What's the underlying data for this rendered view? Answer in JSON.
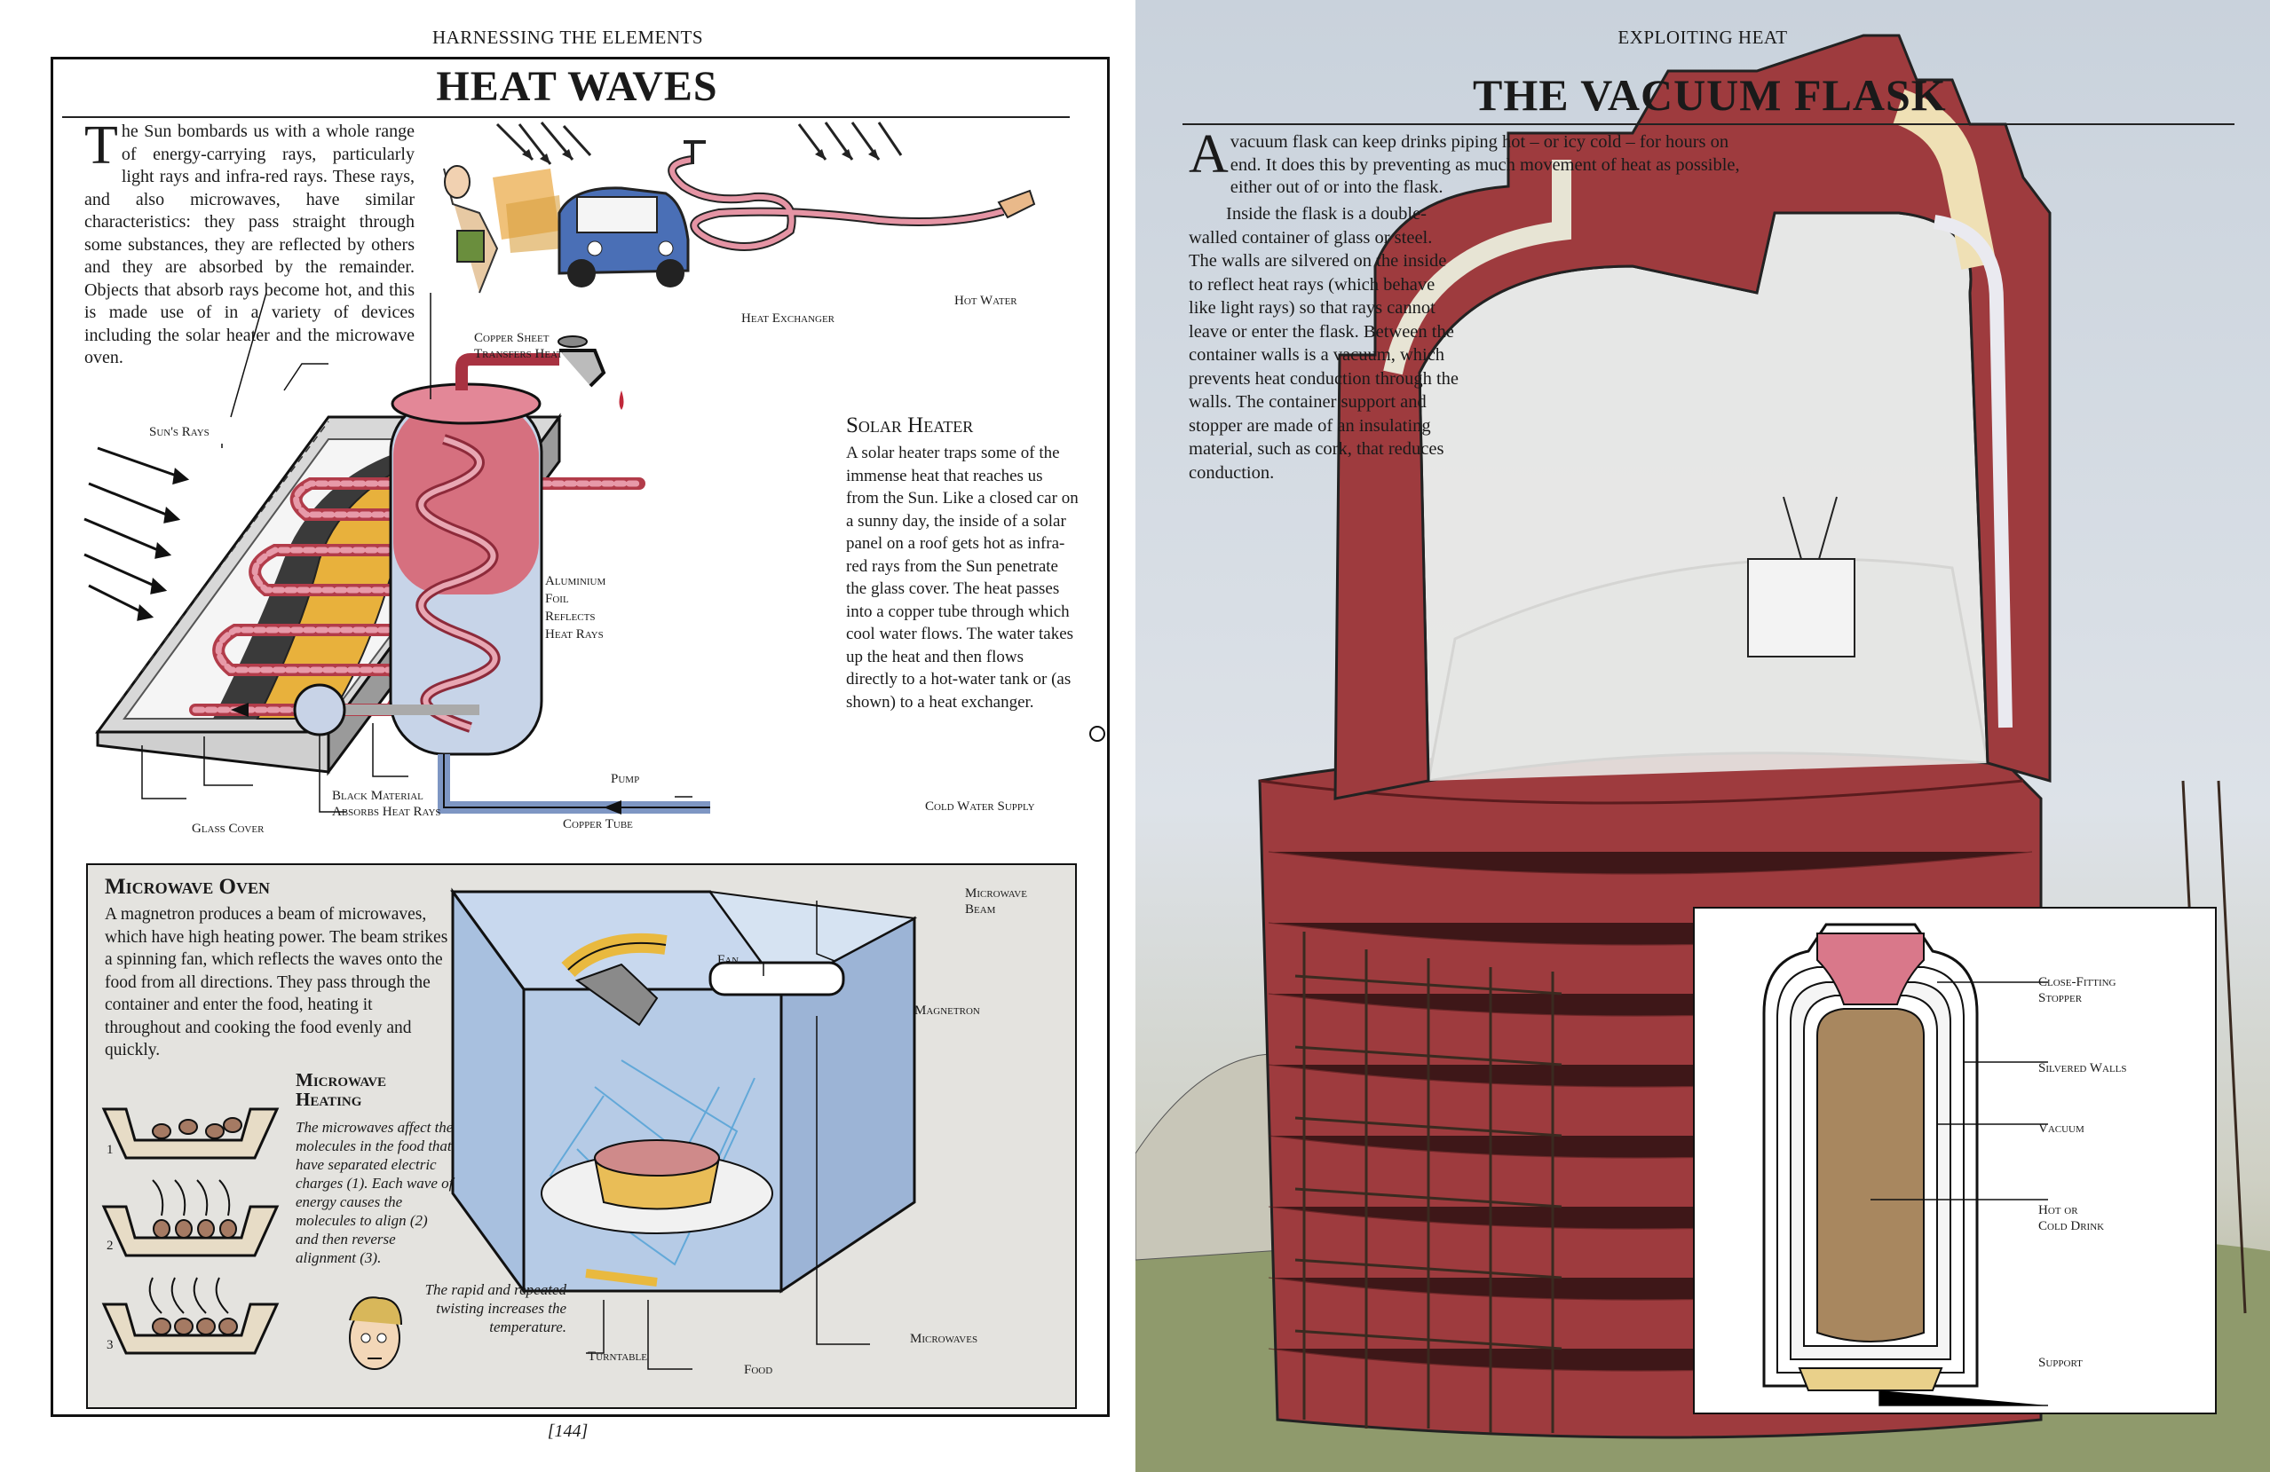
{
  "left_page": {
    "running_head": "HARNESSING THE ELEMENTS",
    "title": "HEAT WAVES",
    "intro_dropcap": "T",
    "intro": "he Sun bombards us with a whole range of energy-carrying rays, particularly light rays and infra-red rays. These rays, and also microwaves, have similar characteristics: they pass straight through some substances, they are reflected by others and they are absorbed by the remainder. Objects that absorb rays become hot, and this is made use of in a variety of devices including the solar heater and the microwave oven.",
    "labels": {
      "copper_sheet": "Copper Sheet\nTransfers Heat",
      "heat_exchanger": "Heat Exchanger",
      "hot_water": "Hot Water",
      "suns_rays": "Sun's Rays",
      "aluminium": "Aluminium\nFoil\nReflects\nHeat Rays",
      "pump": "Pump",
      "black_material": "Black Material\nAbsorbs Heat Rays",
      "glass_cover": "Glass Cover",
      "copper_tube": "Copper Tube",
      "cold_water": "Cold Water Supply"
    },
    "solar_heater": {
      "heading": "Solar Heater",
      "text": "A solar heater traps some of the immense heat that reaches us from the Sun. Like a closed car on a sunny day, the inside of a solar panel on a roof gets hot as infra-red rays from the Sun penetrate the glass cover. The heat passes into a copper tube through which cool water flows. The water takes up the heat and then flows directly to a hot-water tank or (as shown) to a heat exchanger."
    },
    "microwave": {
      "heading": "Microwave Oven",
      "text": "A magnetron produces a beam of microwaves, which have high heating power. The beam strikes a spinning fan, which reflects the waves onto the food from all directions. They pass through the container and enter the food, heating it throughout and cooking the food evenly and quickly.",
      "heating_heading": "Microwave\nHeating",
      "heating_text": "The microwaves affect the molecules in the food that have separated electric charges (1). Each wave of energy causes the molecules to align (2) and then reverse alignment (3).",
      "heating_text2": "The rapid and repeated twisting increases the temperature.",
      "labels": {
        "microwave_beam": "Microwave\nBeam",
        "fan": "Fan",
        "magnetron": "Magnetron",
        "microwaves": "Microwaves",
        "turntable": "Turntable",
        "food": "Food"
      },
      "steps": [
        "1",
        "2",
        "3"
      ]
    },
    "page_number": "[144]"
  },
  "right_page": {
    "running_head": "EXPLOITING HEAT",
    "title": "THE VACUUM FLASK",
    "dropcap": "A",
    "intro": " vacuum flask can keep drinks piping hot – or icy cold – for hours on end. It does this by preventing as much movement of heat as possible, either out of or into the flask.",
    "para2": "Inside the flask is a double-walled container of glass or steel. The walls are silvered on the inside to reflect heat rays (which behave like light rays) so that rays cannot leave or enter the flask. Between the container walls is a vacuum, which prevents heat conduction through the walls. The container support and stopper are made of an insulating material, such as cork, that reduces conduction.",
    "inset_labels": {
      "stopper": "Close-Fitting\nStopper",
      "silvered": "Silvered Walls",
      "vacuum": "Vacuum",
      "drink": "Hot or\nCold Drink",
      "support": "Support"
    }
  },
  "colors": {
    "red_brick": "#9e3b3e",
    "pink_water": "#d98090",
    "yellow": "#e9b93f",
    "sky_blue": "#b9cfe5",
    "drink_brown": "#a8875f"
  }
}
